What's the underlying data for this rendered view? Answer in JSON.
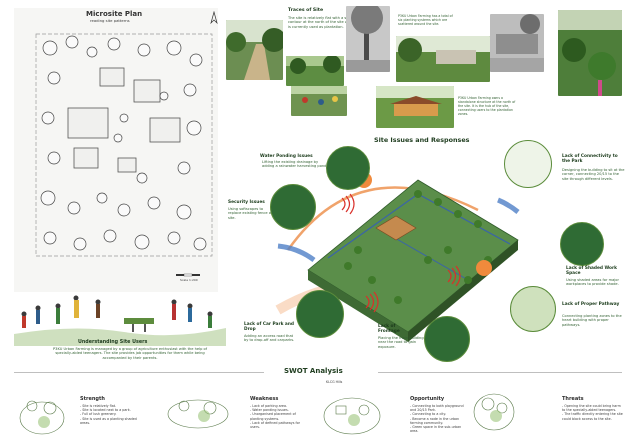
{
  "microsite": {
    "title": "Microsite Plan",
    "subtitle": "reading site patterns",
    "scale": "Scale 1:200"
  },
  "traces": {
    "title": "Traces of Site",
    "text": "The site is relatively flat with a steep contour at the north of the site which is currently used as plantation."
  },
  "farming_note": "P3KU Urban Farming has a total of six planting systems which are scattered around the site.",
  "pavilion_note": "P3KU Urban Farming owns a standalone structure at the north of the site. It is the hub of the site, connecting users to the plantation zones.",
  "issues": {
    "title": "Site Issues and Responses",
    "water": {
      "title": "Water Ponding Issues",
      "text": "Lifting the existing drainage by adding a rainwater harvesting pond."
    },
    "security": {
      "title": "Security Issues",
      "text": "Using softscapes to replace existing fence of site."
    },
    "car": {
      "title": "Lack of Car Park and Drop",
      "text": "Adding an access road that by to drop-off and carparks."
    },
    "frontage": {
      "title": "Lack of Frontage",
      "text": "Placing the main building near the road to gain exposure."
    },
    "connectivity": {
      "title": "Lack of Connectivity to the Park",
      "text": "Designing the building to sit at the corner, connecting 20/15 to the site through different levels."
    },
    "shaded": {
      "title": "Lack of Shaded Work Space",
      "text": "Using shaded areas for major workplaces to provide shade."
    },
    "pathway": {
      "title": "Lack of Proper Pathway",
      "text": "Connecting planting zones to the heart building with proper pathways."
    }
  },
  "users": {
    "title": "Understanding Site Users",
    "text": "P3KU Urban Farming is managed by a group of agriculture enthusiast with the help of specially-abled teenagers. The site provides job opportunities for them while being accompanied by their parents."
  },
  "swot": {
    "title": "SWOT Analysis",
    "strength": {
      "title": "Strength",
      "items": [
        "- Site is relatively flat.",
        "- Site is located next to a park.",
        "- Full of lush greenery.",
        "- Site is used as a planting shaded areas."
      ]
    },
    "weakness": {
      "title": "Weakness",
      "items": [
        "- Lack of parking area.",
        "- Water ponding issues.",
        "- Unorganised placement of planting systems.",
        "- Lack of defined pathways for users."
      ]
    },
    "opportunity": {
      "title": "Opportunity",
      "items": [
        "- Connecting to both playground and 20/15 Park.",
        "- Connecting to a city.",
        "- Become a node in the urban farming community.",
        "- Green space in the sub-urban area."
      ]
    },
    "threats": {
      "title": "Threats",
      "items": [
        "- Opening the site could bring harm to the specially-abled teenagers.",
        "- The traffic directly entering the site could block access to the site."
      ]
    }
  },
  "sketch_label": "KLCG Hills"
}
